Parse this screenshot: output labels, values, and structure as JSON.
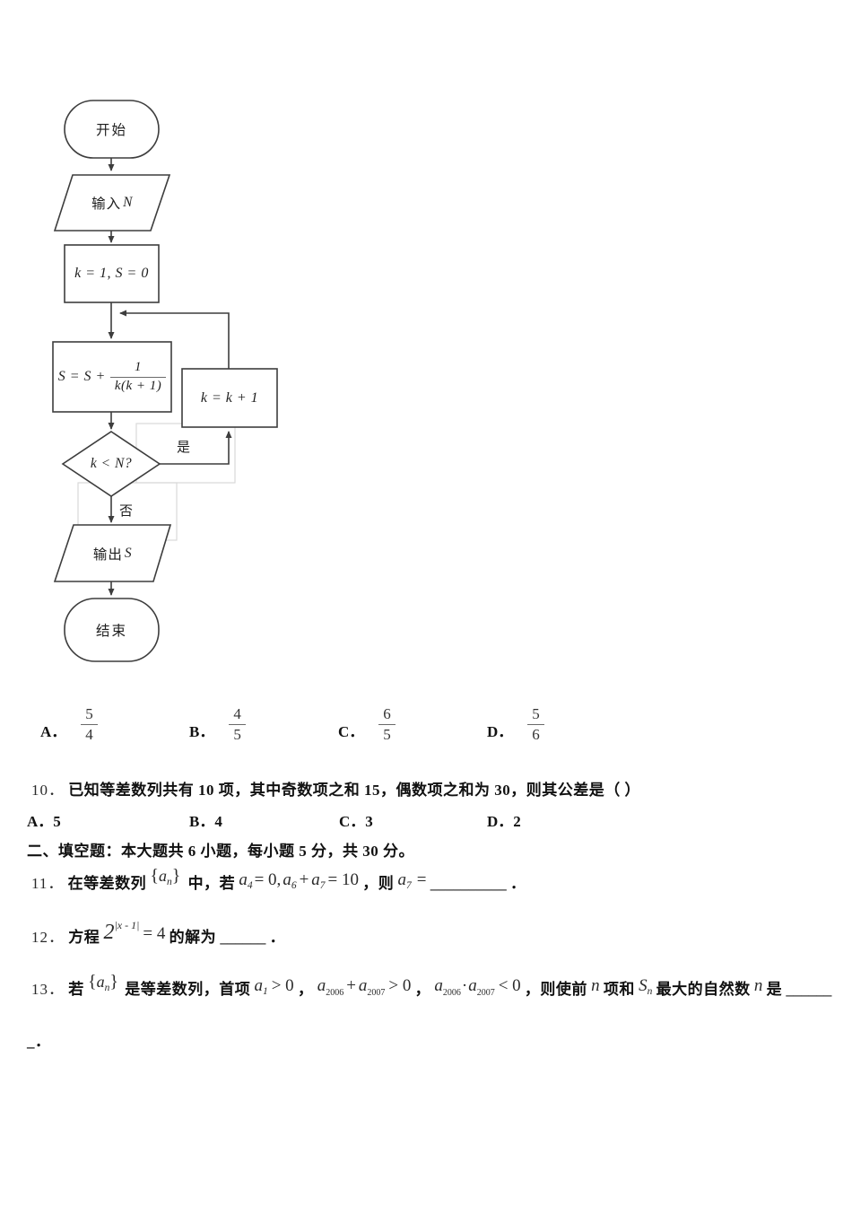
{
  "flowchart": {
    "start_label": "开始",
    "input_prefix": "输入",
    "input_var": "N",
    "init_label": "k = 1, S = 0",
    "sum_lhs": "S = S +",
    "sum_num": "1",
    "sum_den": "k(k + 1)",
    "inc_label": "k = k + 1",
    "decision_label": "k < N?",
    "yes_label": "是",
    "no_label": "否",
    "output_prefix": "输出",
    "output_var": "S",
    "end_label": "结束"
  },
  "q9_options": {
    "a_label": "A．",
    "a_num": "5",
    "a_den": "4",
    "b_label": "B．",
    "b_num": "4",
    "b_den": "5",
    "c_label": "C．",
    "c_num": "6",
    "c_den": "5",
    "d_label": "D．",
    "d_num": "5",
    "d_den": "6"
  },
  "q10": {
    "number": "10．",
    "text": "已知等差数列共有 10 项，其中奇数项之和 15，偶数项之和为 30，则其公差是（ ）",
    "opt_a": "A．5",
    "opt_b": "B．4",
    "opt_c": "C．3",
    "opt_d": "D．2"
  },
  "section2_header": "二、填空题：本大题共 6 小题，每小题 5 分，共 30 分。",
  "q11": {
    "number": "11．",
    "t1": "在等差数列",
    "seq_open": "{",
    "seq_var": "a",
    "seq_sub": "n",
    "seq_close": "}",
    "t2": "中，若",
    "m1_var": "a",
    "m1_sub": "4",
    "m1_rest": "= 0,",
    "m2_var": "a",
    "m2_sub": "6",
    "m2_op": "+",
    "m3_var": "a",
    "m3_sub": "7",
    "m3_rest": "= 10",
    "t3": "，则",
    "m4_var": "a",
    "m4_sub": "7",
    "m4_eq": "=",
    "blank": "__________",
    "period": "．"
  },
  "q12": {
    "number": "12．",
    "t1": "方程",
    "base": "2",
    "exp": "|x - 1|",
    "rest": "= 4",
    "t2": "的解为",
    "blank": "______",
    "period": "．"
  },
  "q13": {
    "number": "13．",
    "t1": "若",
    "seq_open": "{",
    "seq_var": "a",
    "seq_sub": "n",
    "seq_close": "}",
    "t2": "是等差数列，首项",
    "m1_var": "a",
    "m1_sub": "1",
    "m1_rest": "> 0",
    "c1": "，",
    "m2_var": "a",
    "m2_sub": "2006",
    "m2_op": "+",
    "m3_var": "a",
    "m3_sub": "2007",
    "m3_rest": "> 0",
    "c2": "，",
    "m4_var": "a",
    "m4_sub": "2006",
    "m4_op": "·",
    "m5_var": "a",
    "m5_sub": "2007",
    "m5_rest": "< 0",
    "t3": "，则使前",
    "n1": "n",
    "t4": "项和",
    "s_var": "S",
    "s_sub": "n",
    "t5": "最大的自然数",
    "n2": "n",
    "t6": "是",
    "blank": "______"
  },
  "q13_cont": "_．"
}
